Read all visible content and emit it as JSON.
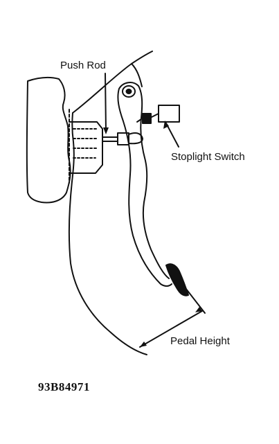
{
  "labels": {
    "push_rod": "Push Rod",
    "stoplight_switch": "Stoplight Switch",
    "pedal_height": "Pedal Height"
  },
  "figure_id": "93B84971"
}
